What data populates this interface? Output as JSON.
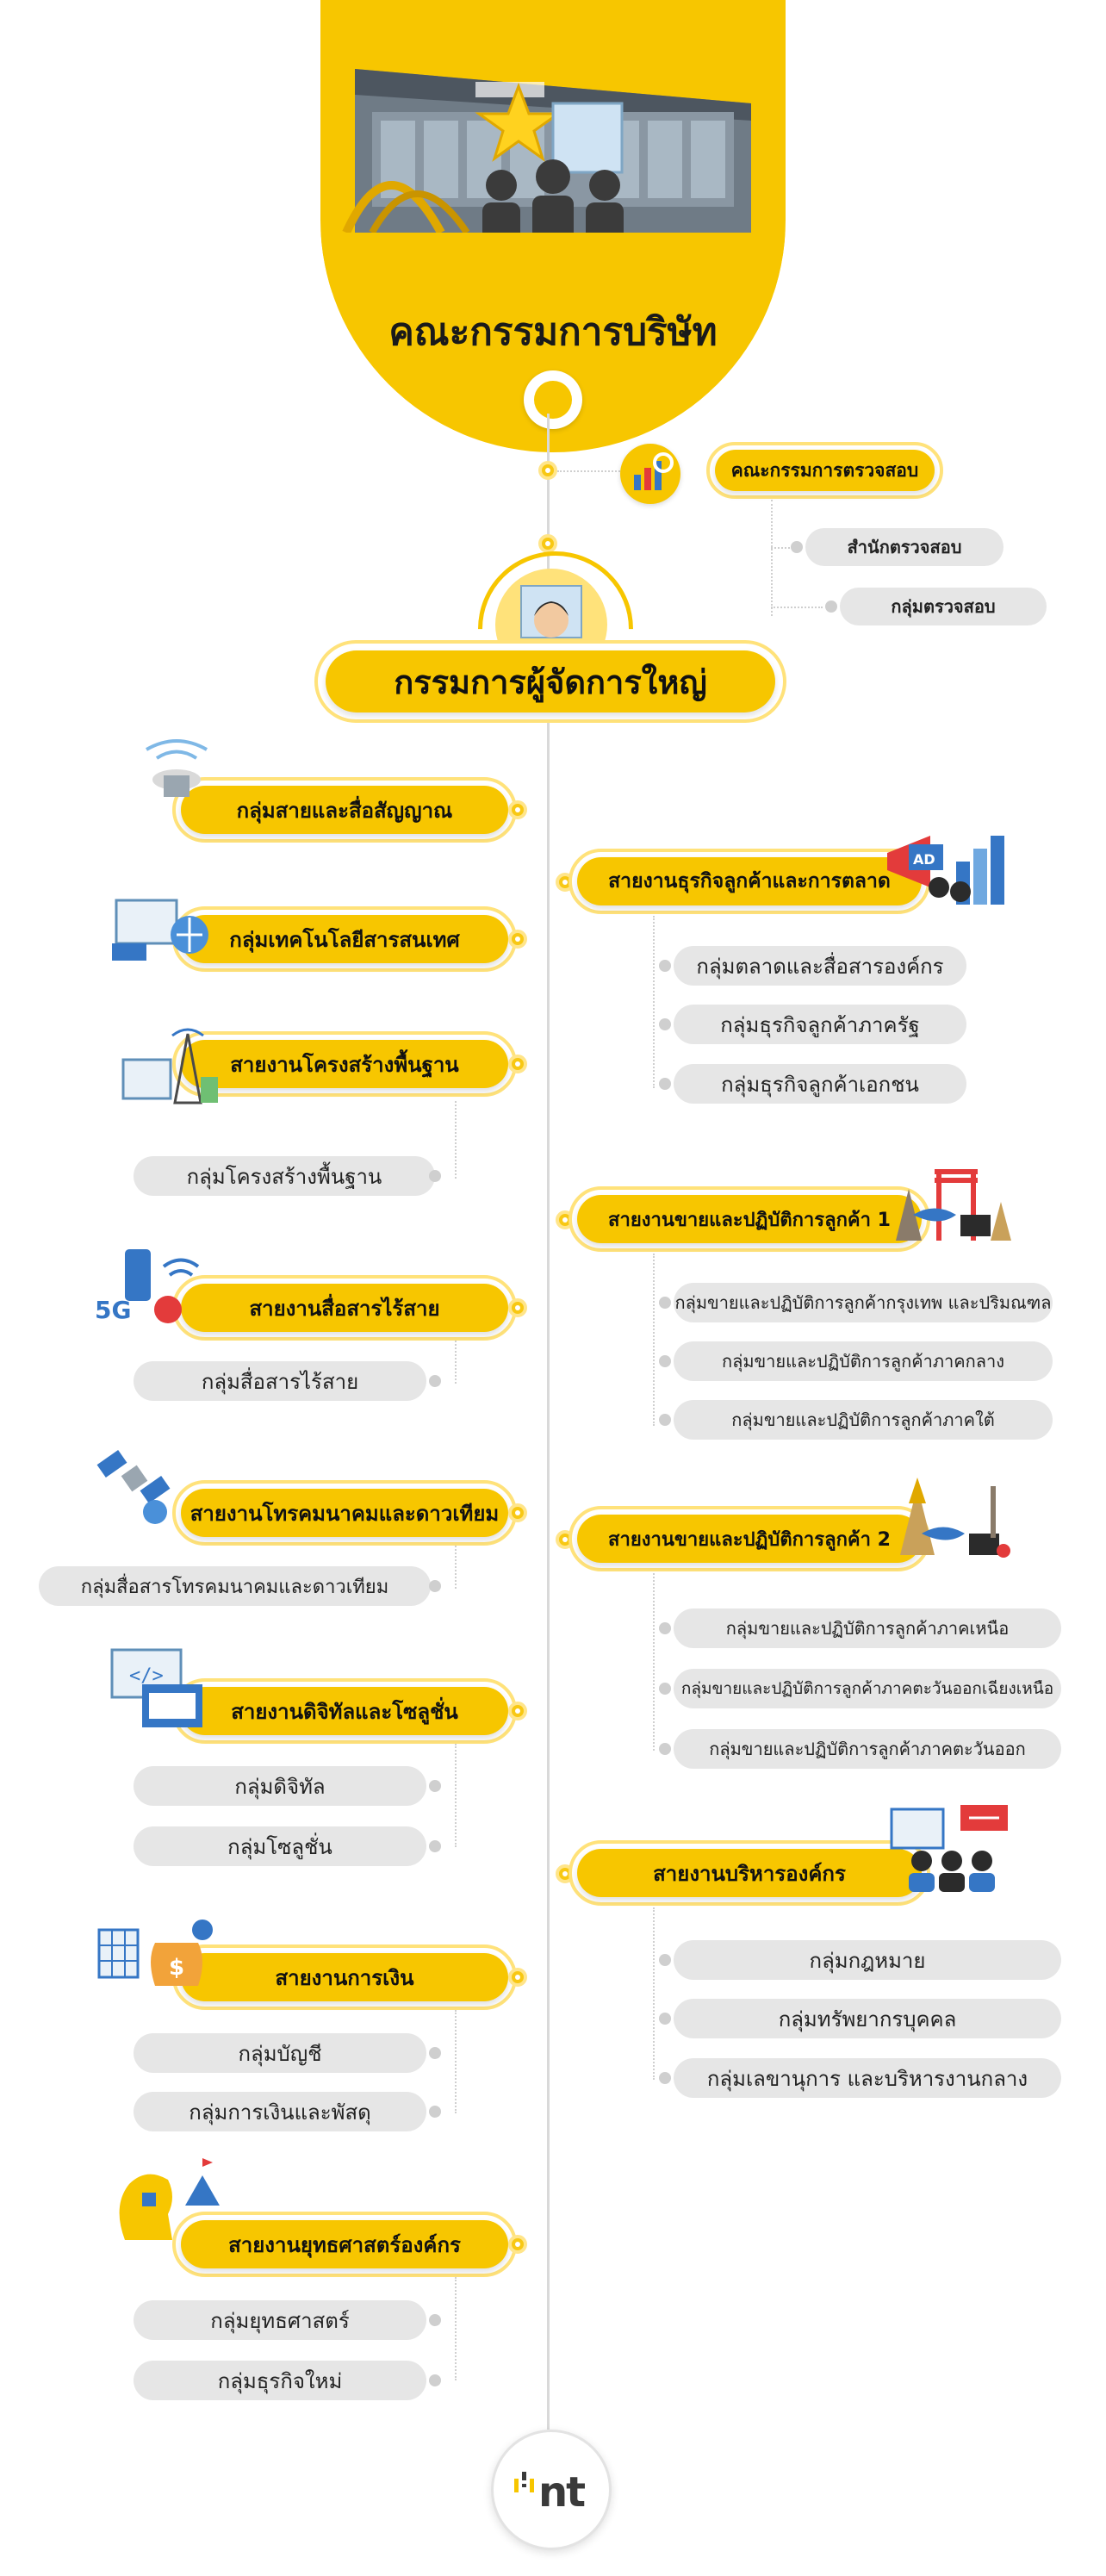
{
  "board": {
    "title": "คณะกรรมการบริษัท"
  },
  "audit": {
    "committee": "คณะกรรมการตรวจสอบ",
    "office": "สำนักตรวจสอบ",
    "group": "กลุ่มตรวจสอบ"
  },
  "ceo": {
    "title": "กรรมการผู้จัดการใหญ่"
  },
  "left": {
    "cable": {
      "title": "กลุ่มสายและสื่อสัญญาณ"
    },
    "it": {
      "title": "กลุ่มเทคโนโลยีสารสนเทศ"
    },
    "infra": {
      "title": "สายงานโครงสร้างพื้นฐาน",
      "groups": [
        "กลุ่มโครงสร้างพื้นฐาน"
      ]
    },
    "wireless": {
      "title": "สายงานสื่อสารไร้สาย",
      "groups": [
        "กลุ่มสื่อสารไร้สาย"
      ]
    },
    "telecom": {
      "title": "สายงานโทรคมนาคมและดาวเทียม",
      "groups": [
        "กลุ่มสื่อสารโทรคมนาคมและดาวเทียม"
      ]
    },
    "digital": {
      "title": "สายงานดิจิทัลและโซลูชั่น",
      "groups": [
        "กลุ่มดิจิทัล",
        "กลุ่มโซลูชั่น"
      ]
    },
    "finance": {
      "title": "สายงานการเงิน",
      "groups": [
        "กลุ่มบัญชี",
        "กลุ่มการเงินและพัสดุ"
      ]
    },
    "strategy": {
      "title": "สายงานยุทธศาสตร์องค์กร",
      "groups": [
        "กลุ่มยุทธศาสตร์",
        "กลุ่มธุรกิจใหม่"
      ]
    }
  },
  "right": {
    "marketing": {
      "title": "สายงานธุรกิจลูกค้าและการตลาด",
      "groups": [
        "กลุ่มตลาดและสื่อสารองค์กร",
        "กลุ่มธุรกิจลูกค้าภาครัฐ",
        "กลุ่มธุรกิจลูกค้าเอกชน"
      ]
    },
    "sales1": {
      "title": "สายงานขายและปฏิบัติการลูกค้า 1",
      "groups": [
        "กลุ่มขายและปฏิบัติการลูกค้ากรุงเทพ และปริมณฑล",
        "กลุ่มขายและปฏิบัติการลูกค้าภาคกลาง",
        "กลุ่มขายและปฏิบัติการลูกค้าภาคใต้"
      ]
    },
    "sales2": {
      "title": "สายงานขายและปฏิบัติการลูกค้า 2",
      "groups": [
        "กลุ่มขายและปฏิบัติการลูกค้าภาคเหนือ",
        "กลุ่มขายและปฏิบัติการลูกค้าภาคตะวันออกเฉียงเหนือ",
        "กลุ่มขายและปฏิบัติการลูกค้าภาคตะวันออก"
      ]
    },
    "admin": {
      "title": "สายงานบริหารองค์กร",
      "groups": [
        "กลุ่มกฎหมาย",
        "กลุ่มทรัพยากรบุคคล",
        "กลุ่มเลขานุการ และบริหารงานกลาง"
      ]
    }
  },
  "logo": {
    "text": "nt"
  },
  "colors": {
    "yellow": "#f7c600",
    "light_yellow": "#ffe27a",
    "gray_pill": "#e6e6e6",
    "spine": "#d9d9d9"
  }
}
